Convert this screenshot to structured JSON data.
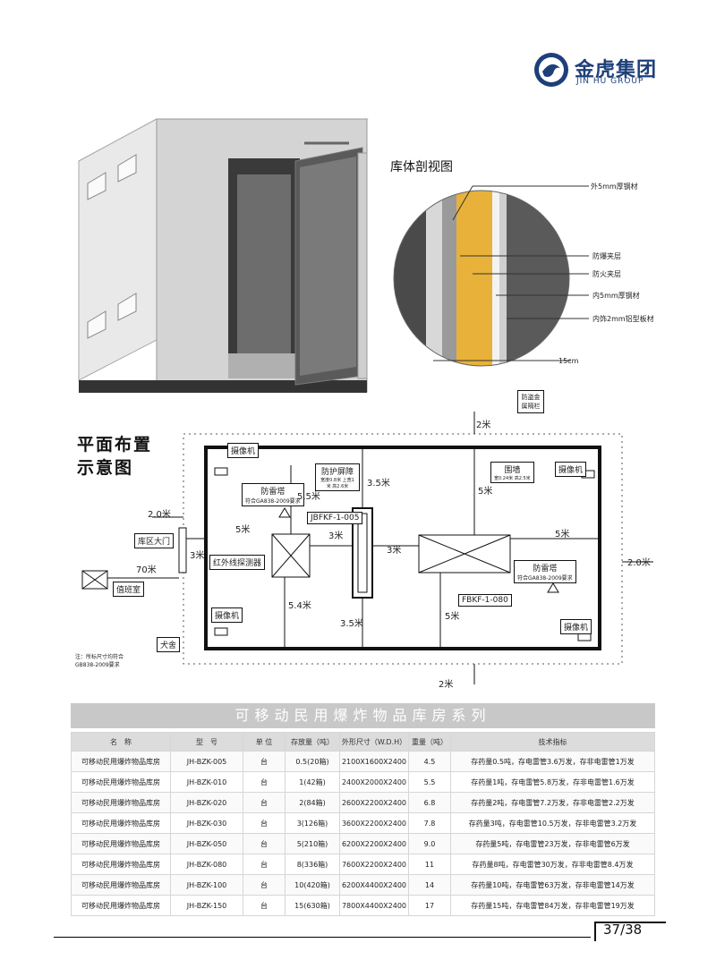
{
  "logo": {
    "name_cn": "金虎集团",
    "name_en": "JIN HU GROUP",
    "brand_color": "#1d3f7a"
  },
  "cross_section": {
    "title": "库体剖视图",
    "labels": [
      "外5mm厚钢材",
      "防爆夹层",
      "防火夹层",
      "内5mm厚钢材",
      "内饰2mm铝型板材"
    ],
    "width_label": "15cm"
  },
  "plan": {
    "title_line1": "平面布置",
    "title_line2": "示意图",
    "labels": {
      "camera1": "摄像机",
      "camera2": "摄像机",
      "camera3": "摄像机",
      "camera4": "摄像机",
      "lightning1": "防雷塔",
      "lightning1_note": "符合GA838-2009要求",
      "lightning2": "防雷塔",
      "lightning2_note": "符合GA838-2009要求",
      "barrier": "防护屏障",
      "barrier_note": "宽度0.8米 上宽1米 高2.6米",
      "wall": "围墙",
      "wall_note": "宽0.24米 高2.5米",
      "fence": "防盗金属隔栏",
      "gate": "库区大门",
      "infrared": "红外线探测器",
      "duty_room": "值班室",
      "dog": "犬舍",
      "unit1": "JBFKF-1-005",
      "unit2": "FBKF-1-080",
      "note": "注：所标尺寸均符合GB838-2009要求"
    },
    "dims": {
      "top": "2米",
      "bottom": "2米",
      "left": "2.0米",
      "right": "2.0米",
      "gate_gap": "5米",
      "duty_distance": "70米",
      "d1": "5.5米",
      "d2": "3.5米",
      "d3": "3米",
      "d4": "3米",
      "d5": "5米",
      "d6": "5米",
      "d7": "5.4米",
      "d8": "3.5米",
      "d9": "5米",
      "d10": "3米"
    }
  },
  "series_title": "可移动民用爆炸物品库房系列",
  "table": {
    "headers": [
      "名　称",
      "型　号",
      "单 位",
      "存放量（吨）",
      "外形尺寸（W.D.H）",
      "重量（吨）",
      "技术指标"
    ],
    "rows": [
      [
        "可移动民用爆炸物品库房",
        "JH-BZK-005",
        "台",
        "0.5(20箱)",
        "2100X1600X2400",
        "4.5",
        "存药量0.5吨，存电雷管3.6万发，存非电雷管1万发"
      ],
      [
        "可移动民用爆炸物品库房",
        "JH-BZK-010",
        "台",
        "1(42箱)",
        "2400X2000X2400",
        "5.5",
        "存药量1吨，存电雷管5.8万发，存非电雷管1.6万发"
      ],
      [
        "可移动民用爆炸物品库房",
        "JH-BZK-020",
        "台",
        "2(84箱)",
        "2600X2200X2400",
        "6.8",
        "存药量2吨，存电雷管7.2万发，存非电雷管2.2万发"
      ],
      [
        "可移动民用爆炸物品库房",
        "JH-BZK-030",
        "台",
        "3(126箱)",
        "3600X2200X2400",
        "7.8",
        "存药量3吨，存电雷管10.5万发，存非电雷管3.2万发"
      ],
      [
        "可移动民用爆炸物品库房",
        "JH-BZK-050",
        "台",
        "5(210箱)",
        "6200X2200X2400",
        "9.0",
        "存药量5吨，存电雷管23万发，存非电雷管6万发"
      ],
      [
        "可移动民用爆炸物品库房",
        "JH-BZK-080",
        "台",
        "8(336箱)",
        "7600X2200X2400",
        "11",
        "存药量8吨，存电雷管30万发，存非电雷管8.4万发"
      ],
      [
        "可移动民用爆炸物品库房",
        "JH-BZK-100",
        "台",
        "10(420箱)",
        "6200X4400X2400",
        "14",
        "存药量10吨，存电雷管63万发，存非电雷管14万发"
      ],
      [
        "可移动民用爆炸物品库房",
        "JH-BZK-150",
        "台",
        "15(630箱)",
        "7800X4400X2400",
        "17",
        "存药量15吨，存电雷管84万发，存非电雷管19万发"
      ]
    ]
  },
  "page_number": "37/38"
}
